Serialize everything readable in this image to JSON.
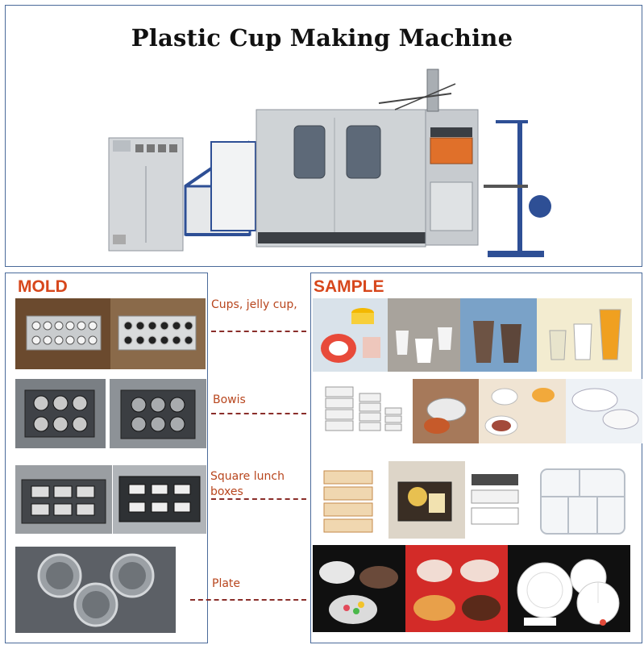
{
  "title": "Plastic Cup Making Machine",
  "sections": {
    "mold": "MOLD",
    "sample": "SAMPLE"
  },
  "categories": [
    {
      "label": "Cups, jelly cup,"
    },
    {
      "label": "Bowis"
    },
    {
      "label": "Square lunch\nboxes"
    },
    {
      "label": "Plate"
    }
  ],
  "colors": {
    "section_label": "#d7471c",
    "category_label": "#b8461e",
    "dashed_line": "#8a2e2a",
    "frame_border": "#4a6a9a",
    "machine_body": "#cfd3d6",
    "machine_frame_blue": "#2e4f95"
  },
  "icons": {
    "machine": "thermoforming-machine-illustration",
    "mold": "mold-tray-illustration",
    "sample": "plastic-product-illustration"
  }
}
